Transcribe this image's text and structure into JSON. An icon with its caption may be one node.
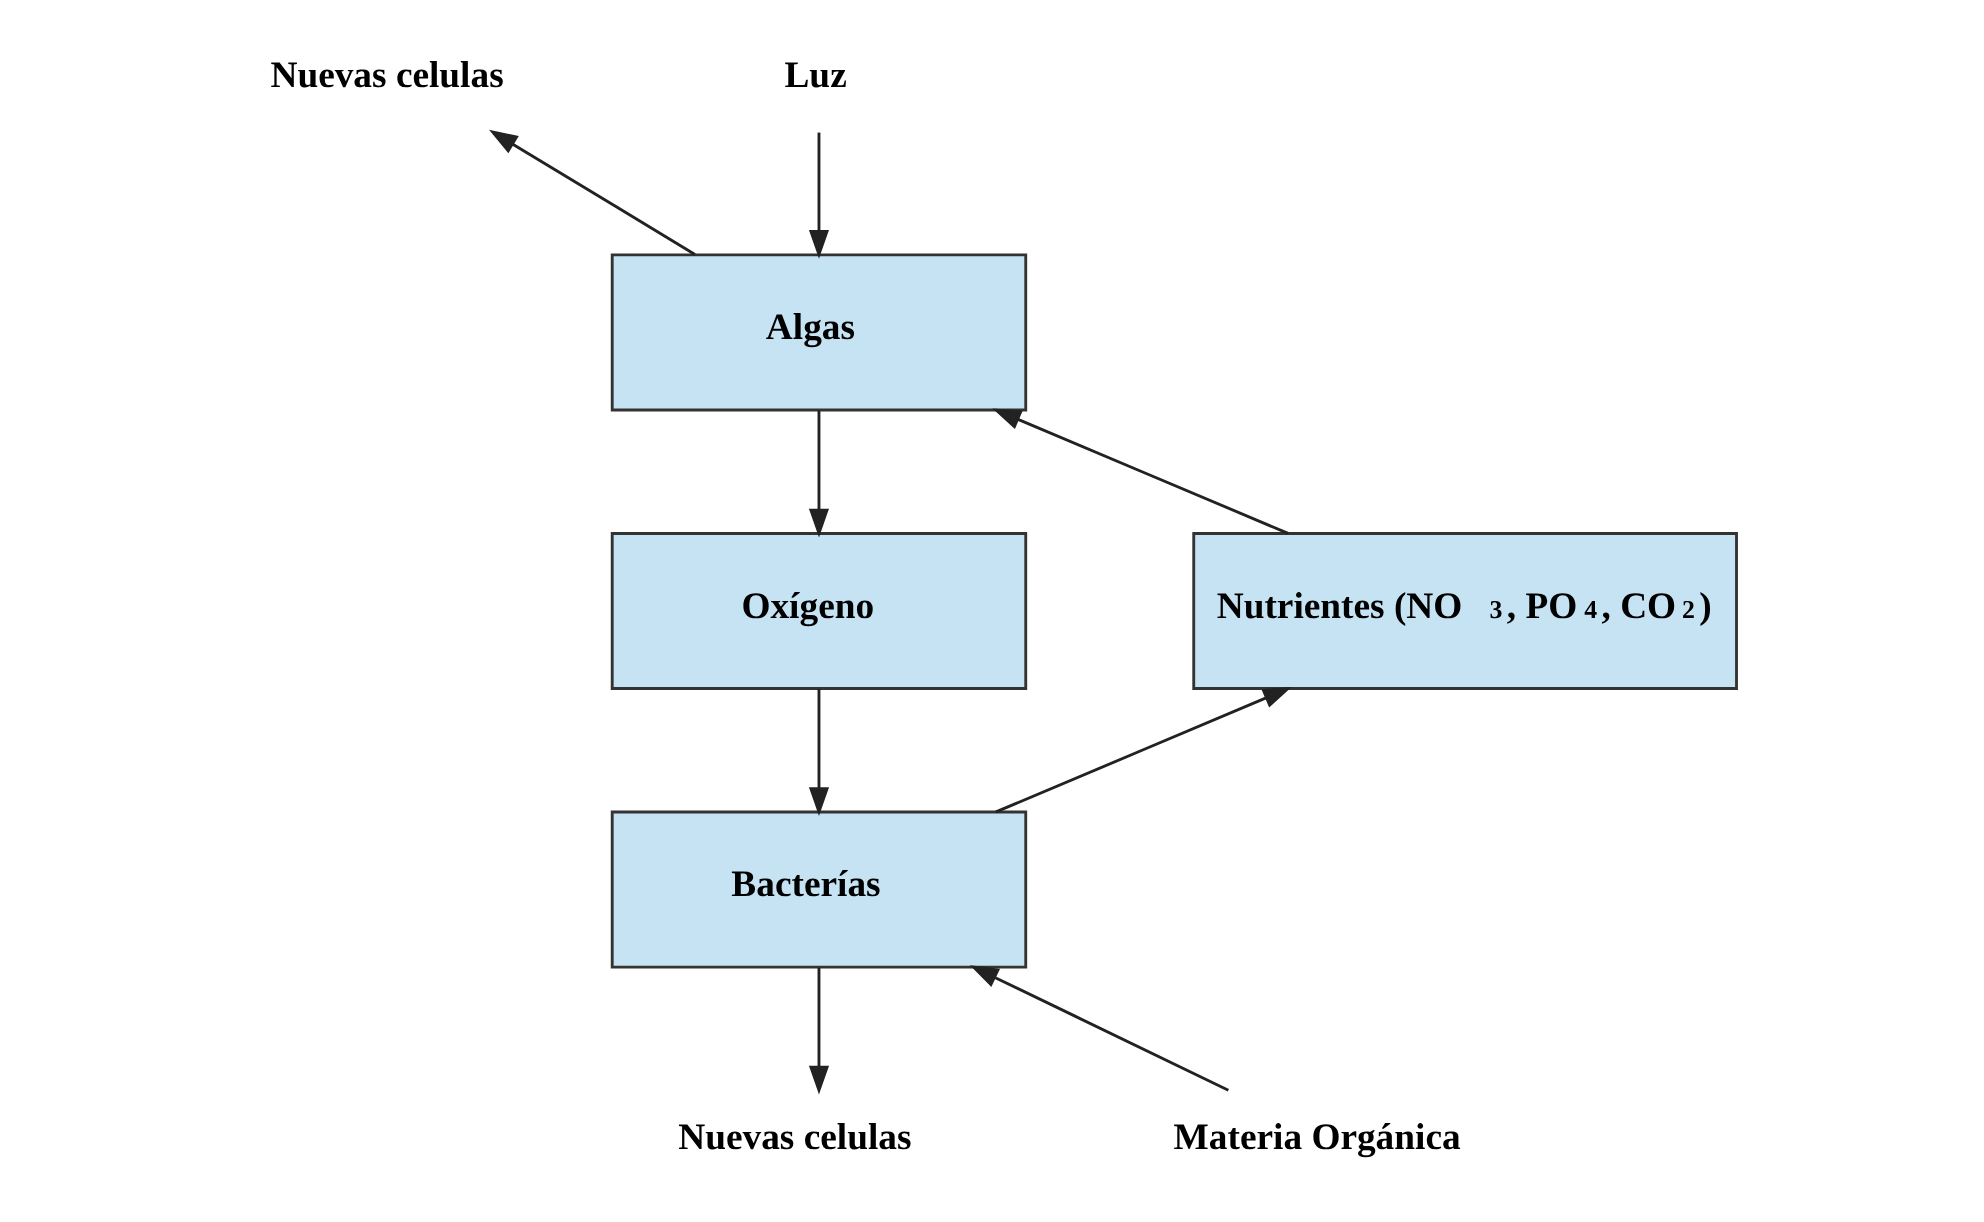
{
  "diagram": {
    "nodes": [
      {
        "text": [
          "Algas"
        ]
      },
      {
        "text": [
          "Oxígeno"
        ]
      },
      {
        "text": [
          "Bacterías"
        ]
      },
      {
        "text": [
          "Nutrientes (NO$_{3}$, PO$_{4}$, CO$_{2}$)"
        ]
      },
      {
        "text": [
          "Luz"
        ]
      },
      {
        "text": [
          "Nuevas celulas"
        ]
      },
      {
        "text": [
          "Materia Orgánica"
        ]
      },
      {
        "text": [
          "Nuevas celulas"
        ]
      }
    ],
    "edges": [
      {
        "from": 4,
        "to": 0,
        "arrow": "to"
      },
      {
        "from": 0,
        "to": 5,
        "arrow": "to"
      },
      {
        "from": 0,
        "to": 1,
        "arrow": "to"
      },
      {
        "from": 1,
        "to": 2,
        "arrow": "to"
      },
      {
        "from": 6,
        "to": 2,
        "arrow": "to"
      },
      {
        "from": 2,
        "to": 3,
        "arrow": "to"
      },
      {
        "from": 2,
        "to": 7,
        "arrow": "to"
      },
      {
        "from": 3,
        "to": 0,
        "arrow": "to"
      }
    ]
  }
}
